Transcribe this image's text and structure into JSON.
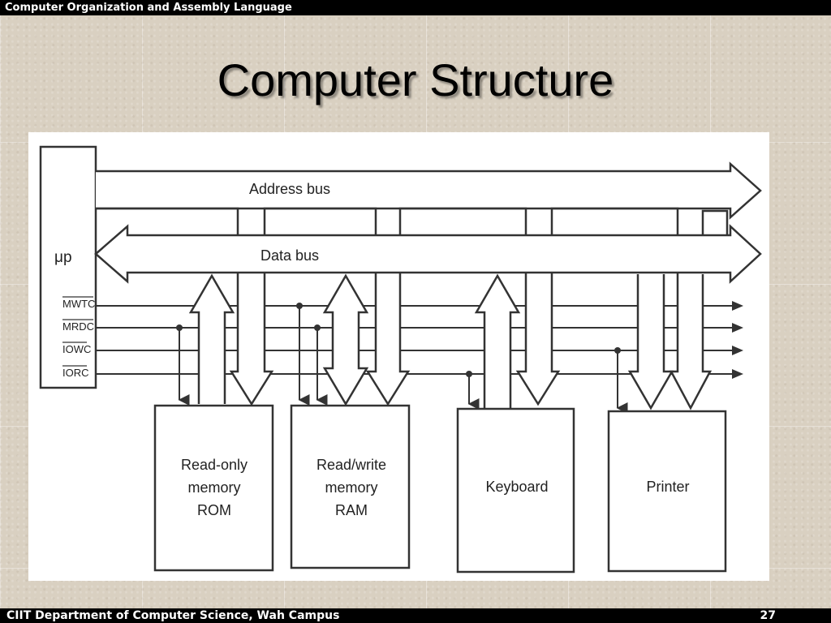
{
  "header": {
    "course": "Computer Organization and Assembly Language"
  },
  "slide": {
    "title": "Computer Structure"
  },
  "diagram": {
    "processor_label": "μp",
    "address_bus_label": "Address bus",
    "data_bus_label": "Data bus",
    "control_lines": [
      "MWTC",
      "MRDC",
      "IOWC",
      "IORC"
    ],
    "rom": {
      "line1": "Read-only",
      "line2": "memory",
      "line3": "ROM"
    },
    "ram": {
      "line1": "Read/write",
      "line2": "memory",
      "line3": "RAM"
    },
    "keyboard_label": "Keyboard",
    "printer_label": "Printer"
  },
  "footer": {
    "department": "CIIT Department of Computer Science, Wah Campus",
    "page_number": "27"
  }
}
